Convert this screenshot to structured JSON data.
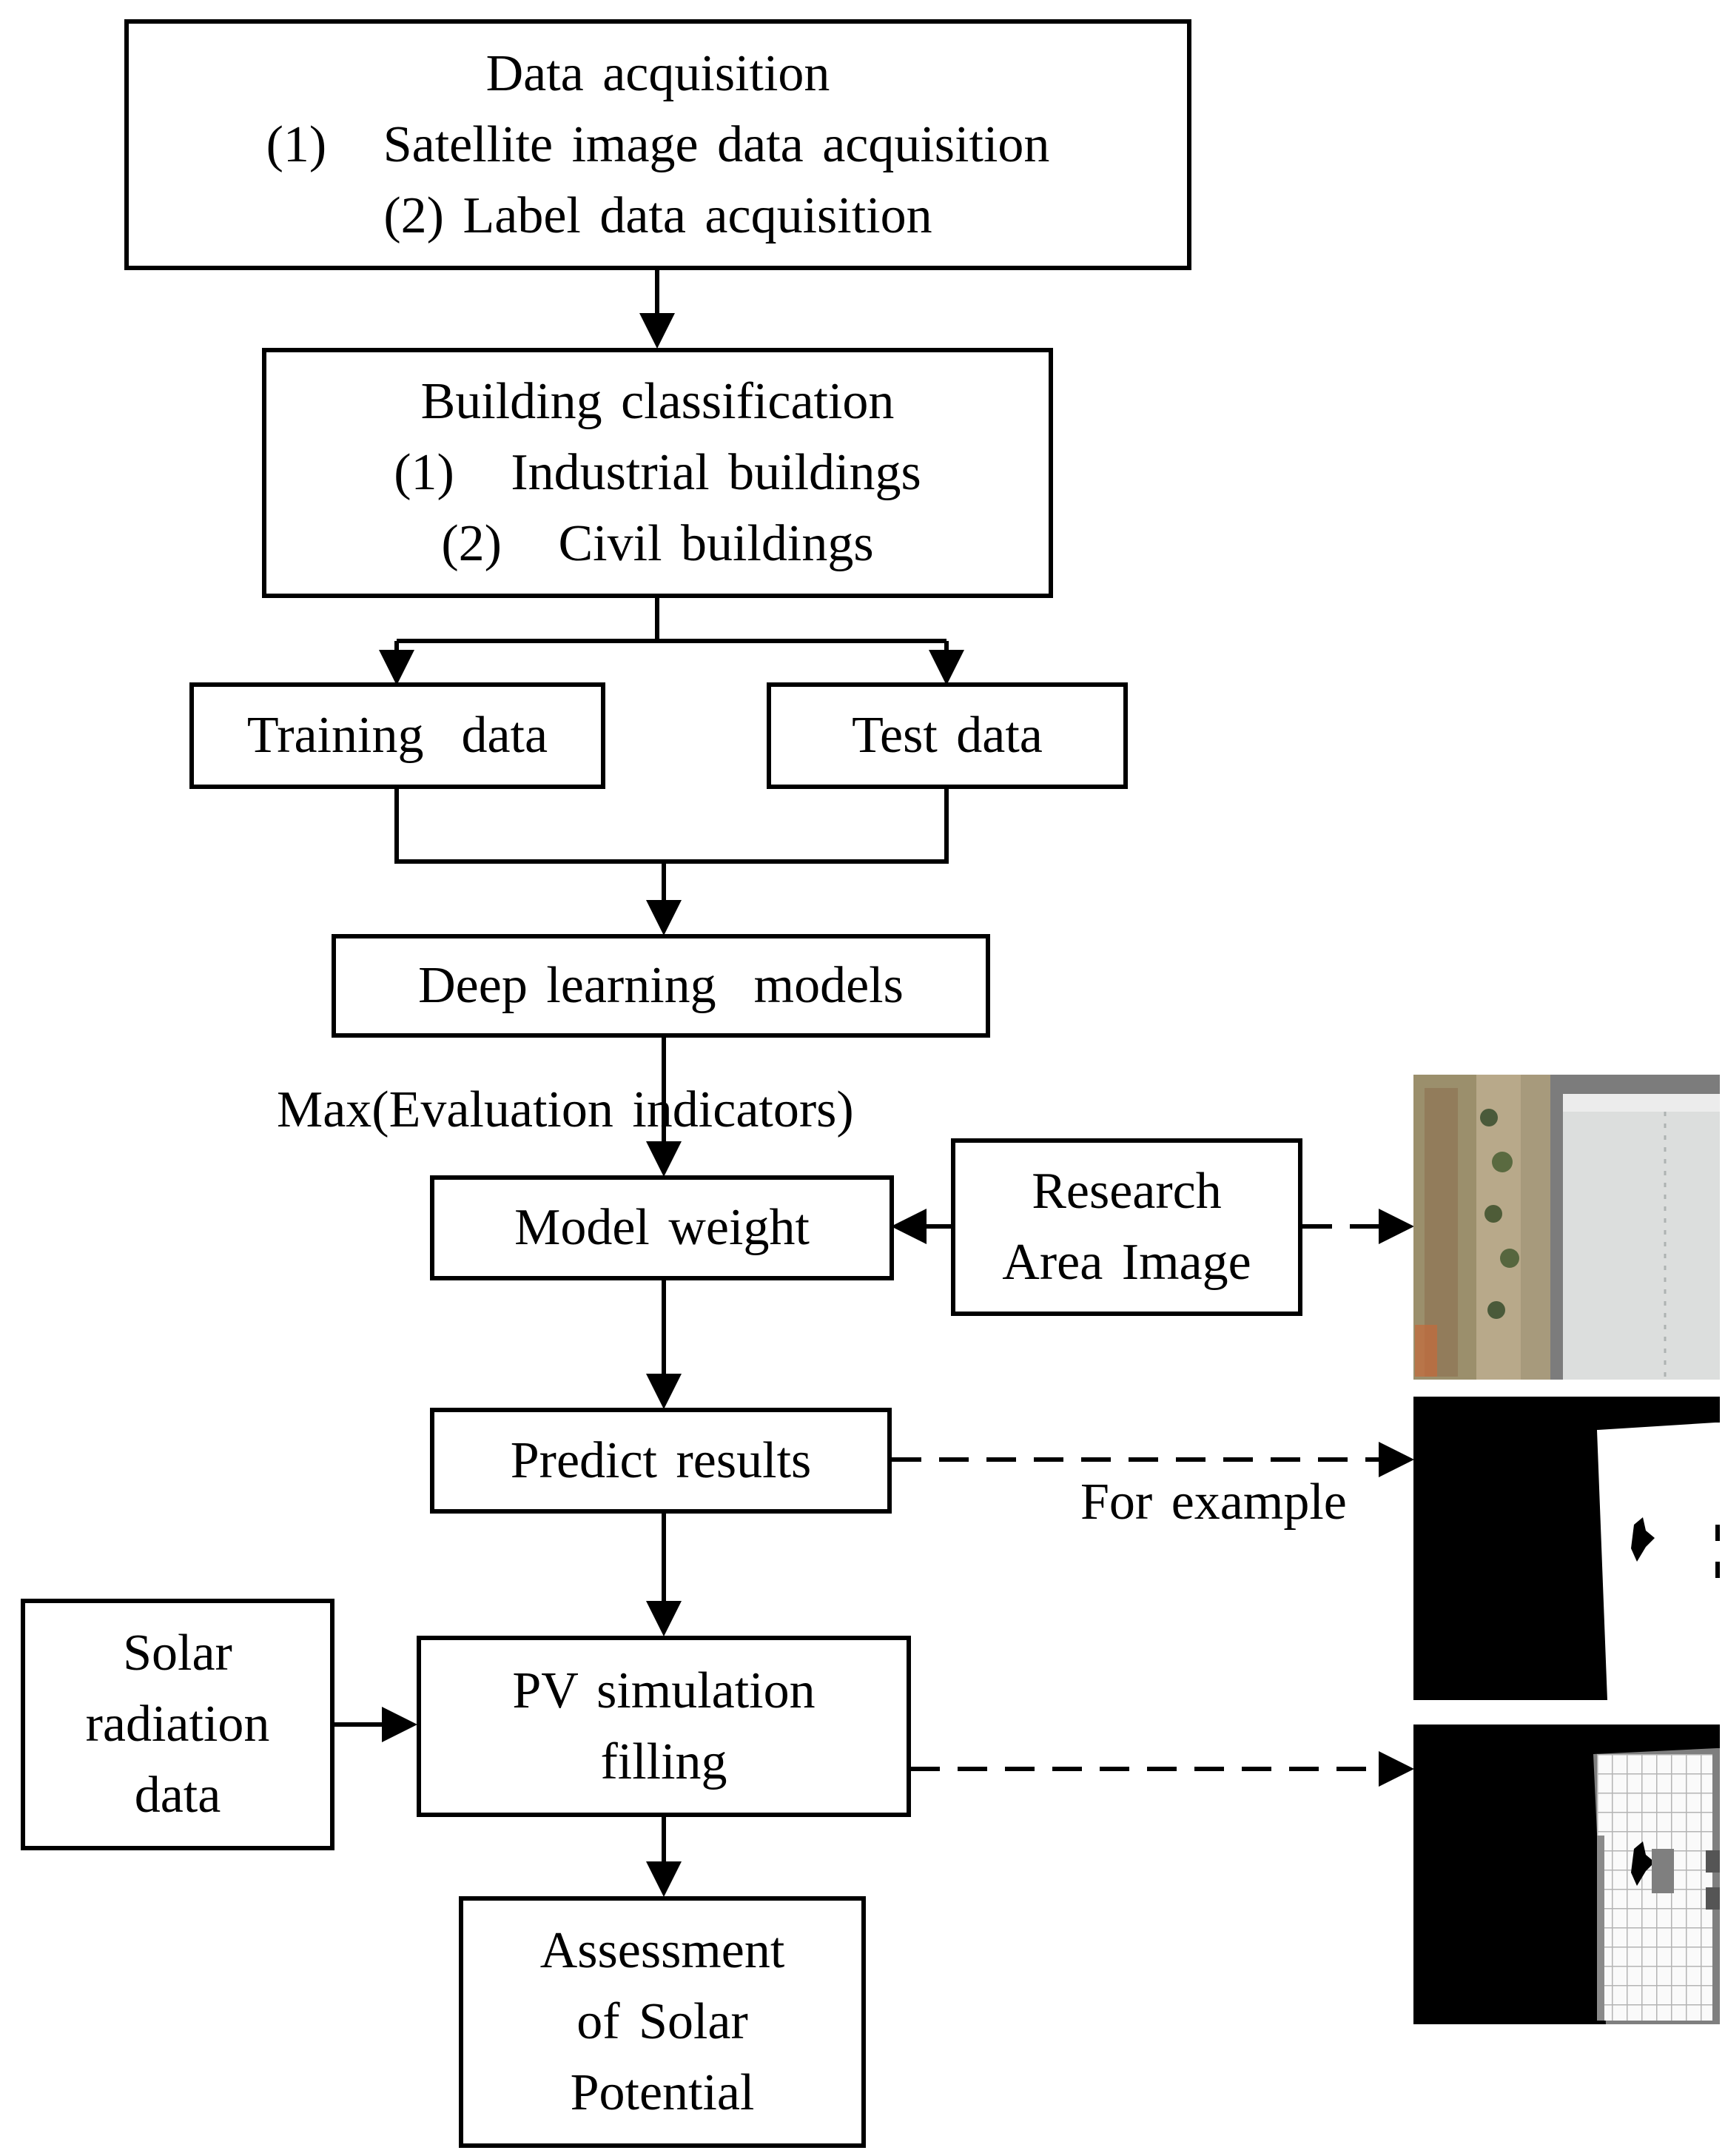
{
  "boxes": {
    "data_acquisition": [
      "Data acquisition",
      "(1)   Satellite image data acquisition",
      "(2) Label data acquisition"
    ],
    "building_classification": [
      "Building classification",
      "(1)   Industrial buildings",
      "(2)   Civil buildings"
    ],
    "training_data": [
      "Training  data"
    ],
    "test_data": [
      "Test data"
    ],
    "deep_learning": [
      "Deep learning  models"
    ],
    "model_weight": [
      "Model weight"
    ],
    "research_area": [
      "Research",
      "Area Image"
    ],
    "predict_results": [
      "Predict results"
    ],
    "solar_radiation": [
      "Solar",
      "radiation",
      "data"
    ],
    "pv_simulation": [
      "PV simulation",
      "filling"
    ],
    "assessment": [
      "Assessment",
      "of Solar",
      "Potential"
    ]
  },
  "edge_labels": {
    "max_evaluation": "Max(Evaluation  indicators)",
    "for_example": "For example"
  },
  "images": {
    "satellite": "satellite-image",
    "mask": "predicted-mask-image",
    "pv_layout": "pv-panel-layout-image"
  },
  "colors": {
    "stroke": "#000000",
    "mask_background": "#000000",
    "roof": "#ffffff",
    "pv_panel_grid": "#cfcfcf"
  }
}
